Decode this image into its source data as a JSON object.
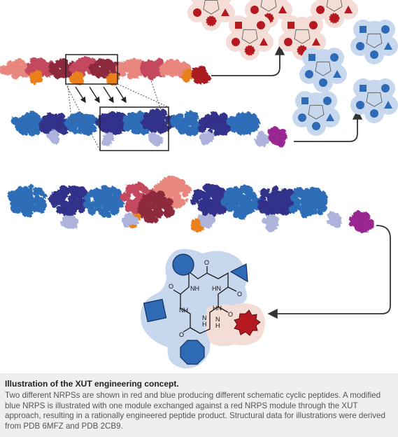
{
  "caption": {
    "title": "Illustration of the XUT engineering concept.",
    "body": "Two different NRPSs are shown in red and blue producing different schematic cyclic peptides. A modified blue NRPS is illustrated with one module exchanged against a red NRPS module through the XUT approach, resulting in a rationally engineered peptide product. Structural data for illustrations were derived from PDB 6MFZ and PDB 2CB9."
  },
  "colors": {
    "red_nrps": "#c44a5e",
    "red_nrps_light": "#e9877f",
    "red_nrps_dark": "#8e2a3c",
    "te_red": "#a81e22",
    "accent_orange": "#e9801f",
    "blue_nrps": "#2f6db8",
    "blue_nrps_dark": "#33308a",
    "blue_nrps_lavender": "#aeb3dc",
    "te_purple": "#9a2592",
    "peptide_red_halo": "#f3ddd6",
    "peptide_blue_halo": "#c7d8ee",
    "residue_red": "#b5181e",
    "residue_blue": "#2e6ab5",
    "arrow": "#333333"
  },
  "icons": {
    "arrow_red_to_peptide": "curved-arrow-icon",
    "arrow_blue_to_peptide": "curved-arrow-icon",
    "arrow_hybrid_to_peptide": "curved-arrow-icon",
    "exchange_arrows": "down-arrow-icon"
  },
  "product": {
    "atom_labels": [
      "O",
      "NH",
      "HN",
      "O",
      "HN",
      "O",
      "NH",
      "N",
      "H",
      "O",
      "N",
      "H",
      "O"
    ]
  }
}
